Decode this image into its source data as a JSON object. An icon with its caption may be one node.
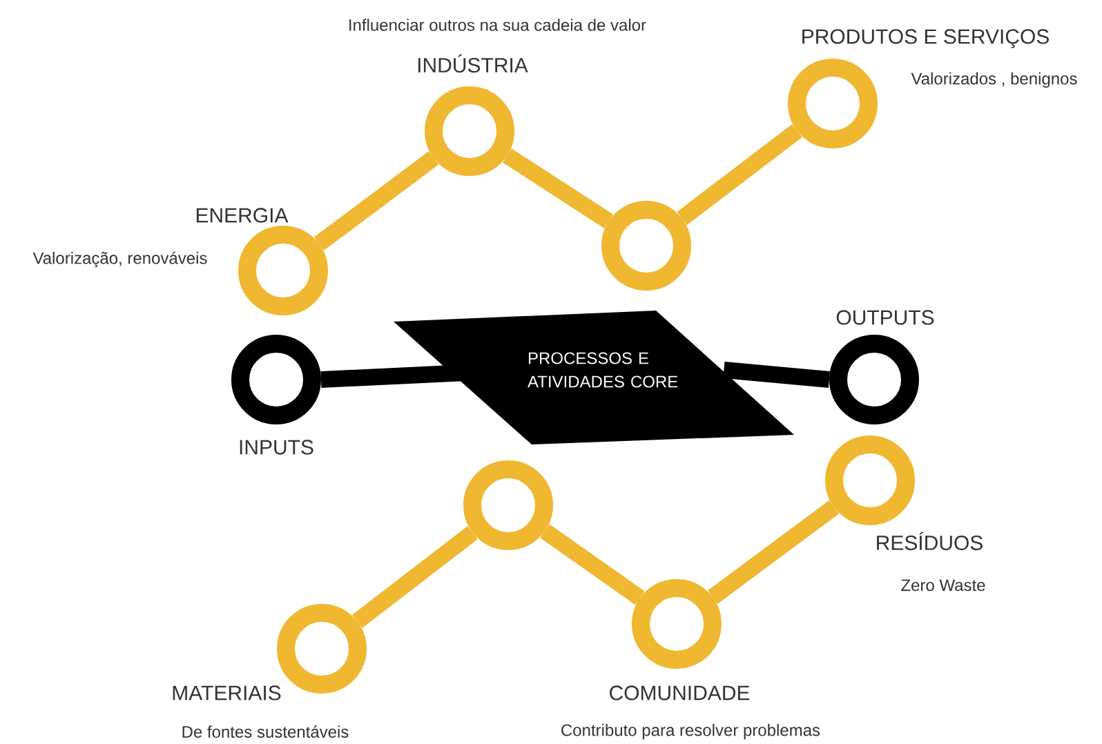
{
  "diagram": {
    "nodes": [
      {
        "text": [
          "ENERGIA"
        ],
        "beside": [
          "Valorização, renováveis"
        ]
      },
      {
        "text": [
          "INDÚSTRIA"
        ],
        "beside": [
          "Influenciar outros na sua cadeia de valor"
        ]
      },
      {
        "text": [],
        "shape": "circle"
      },
      {
        "text": [
          "PRODUTOS E SERVIÇOS"
        ],
        "beside": [
          "Valorizados , benignos"
        ]
      },
      {
        "text": [
          "INPUTS"
        ]
      },
      {
        "text": [
          "PROCESSOS E ATIVIDADES CORE"
        ]
      },
      {
        "text": [
          "OUTPUTS"
        ]
      },
      {
        "text": [
          "MATERIAIS"
        ],
        "beside": [
          "De fontes sustentáveis"
        ]
      },
      {
        "text": [],
        "shape": "circle"
      },
      {
        "text": [
          "COMUNIDADE"
        ],
        "beside": [
          "Contributo para resolver problemas"
        ]
      },
      {
        "text": [
          "RESÍDUOS"
        ],
        "beside": [
          "Zero Waste"
        ]
      }
    ],
    "edges": [
      {
        "from": 0,
        "to": 1,
        "arrow": "none"
      },
      {
        "from": 1,
        "to": 2,
        "arrow": "none"
      },
      {
        "from": 2,
        "to": 3,
        "arrow": "none"
      },
      {
        "from": 4,
        "to": 5,
        "arrow": "none",
        "color": "#000000"
      },
      {
        "from": 5,
        "to": 6,
        "arrow": "none",
        "color": "#000000"
      },
      {
        "from": 7,
        "to": 8,
        "arrow": "none"
      },
      {
        "from": 8,
        "to": 9,
        "arrow": "none"
      },
      {
        "from": 9,
        "to": 10,
        "arrow": "none"
      }
    ]
  }
}
